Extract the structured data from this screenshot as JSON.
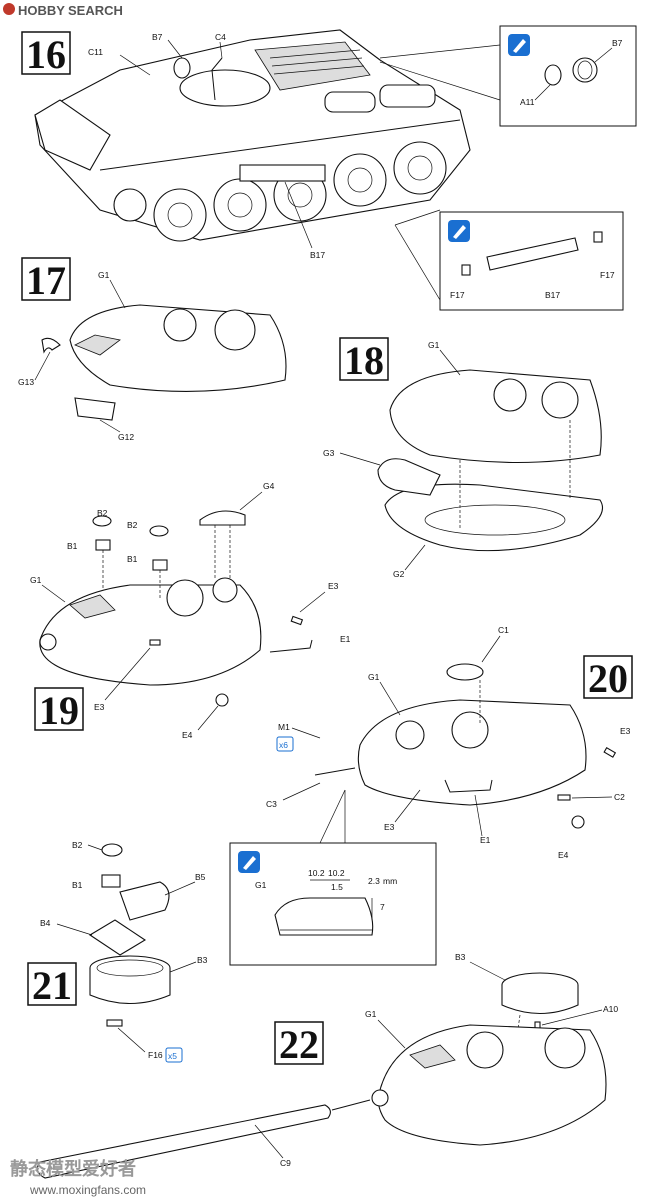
{
  "watermark_top": {
    "brand": "HOBBY",
    "rest": "SEARCH"
  },
  "watermark_bottom": {
    "cn": "静态模型爱好者",
    "url": "www.moxingfans.com"
  },
  "steps": [
    "16",
    "17",
    "18",
    "19",
    "20",
    "21",
    "22"
  ],
  "step16": {
    "labels": {
      "c11": "C11",
      "b7": "B7",
      "c4": "C4",
      "b17": "B17"
    },
    "detail1": {
      "b7": "B7",
      "a11": "A11"
    },
    "detail2": {
      "f17a": "F17",
      "b17": "B17",
      "f17b": "F17"
    }
  },
  "step17": {
    "labels": {
      "g1": "G1",
      "g13": "G13",
      "g12": "G12"
    }
  },
  "step18": {
    "labels": {
      "g1": "G1",
      "g3": "G3",
      "g2": "G2"
    }
  },
  "step19": {
    "labels": {
      "b2a": "B2",
      "b1a": "B1",
      "b2b": "B2",
      "b1b": "B1",
      "g4": "G4",
      "g1": "G1",
      "e3a": "E3",
      "e1": "E1",
      "e3b": "E3",
      "e4": "E4"
    }
  },
  "step20": {
    "labels": {
      "c1": "C1",
      "g1": "G1",
      "e3a": "E3",
      "m1": "M1",
      "x6": "x6",
      "c3": "C3",
      "e3b": "E3",
      "e1": "E1",
      "c2": "C2",
      "e4": "E4"
    },
    "detail": {
      "g1": "G1",
      "d1": "10.2",
      "d2": "10.2",
      "d3": "1.5",
      "d4": "2.3",
      "unit": "mm",
      "d5": "7"
    }
  },
  "step21": {
    "labels": {
      "b2": "B2",
      "b1": "B1",
      "b5": "B5",
      "b4": "B4",
      "b3": "B3",
      "f16": "F16",
      "x5": "x5"
    }
  },
  "step22": {
    "labels": {
      "b3": "B3",
      "a10": "A10",
      "g1": "G1",
      "c9": "C9"
    }
  },
  "colors": {
    "info_badge": "#1a6fd1",
    "ink": "#111111"
  }
}
